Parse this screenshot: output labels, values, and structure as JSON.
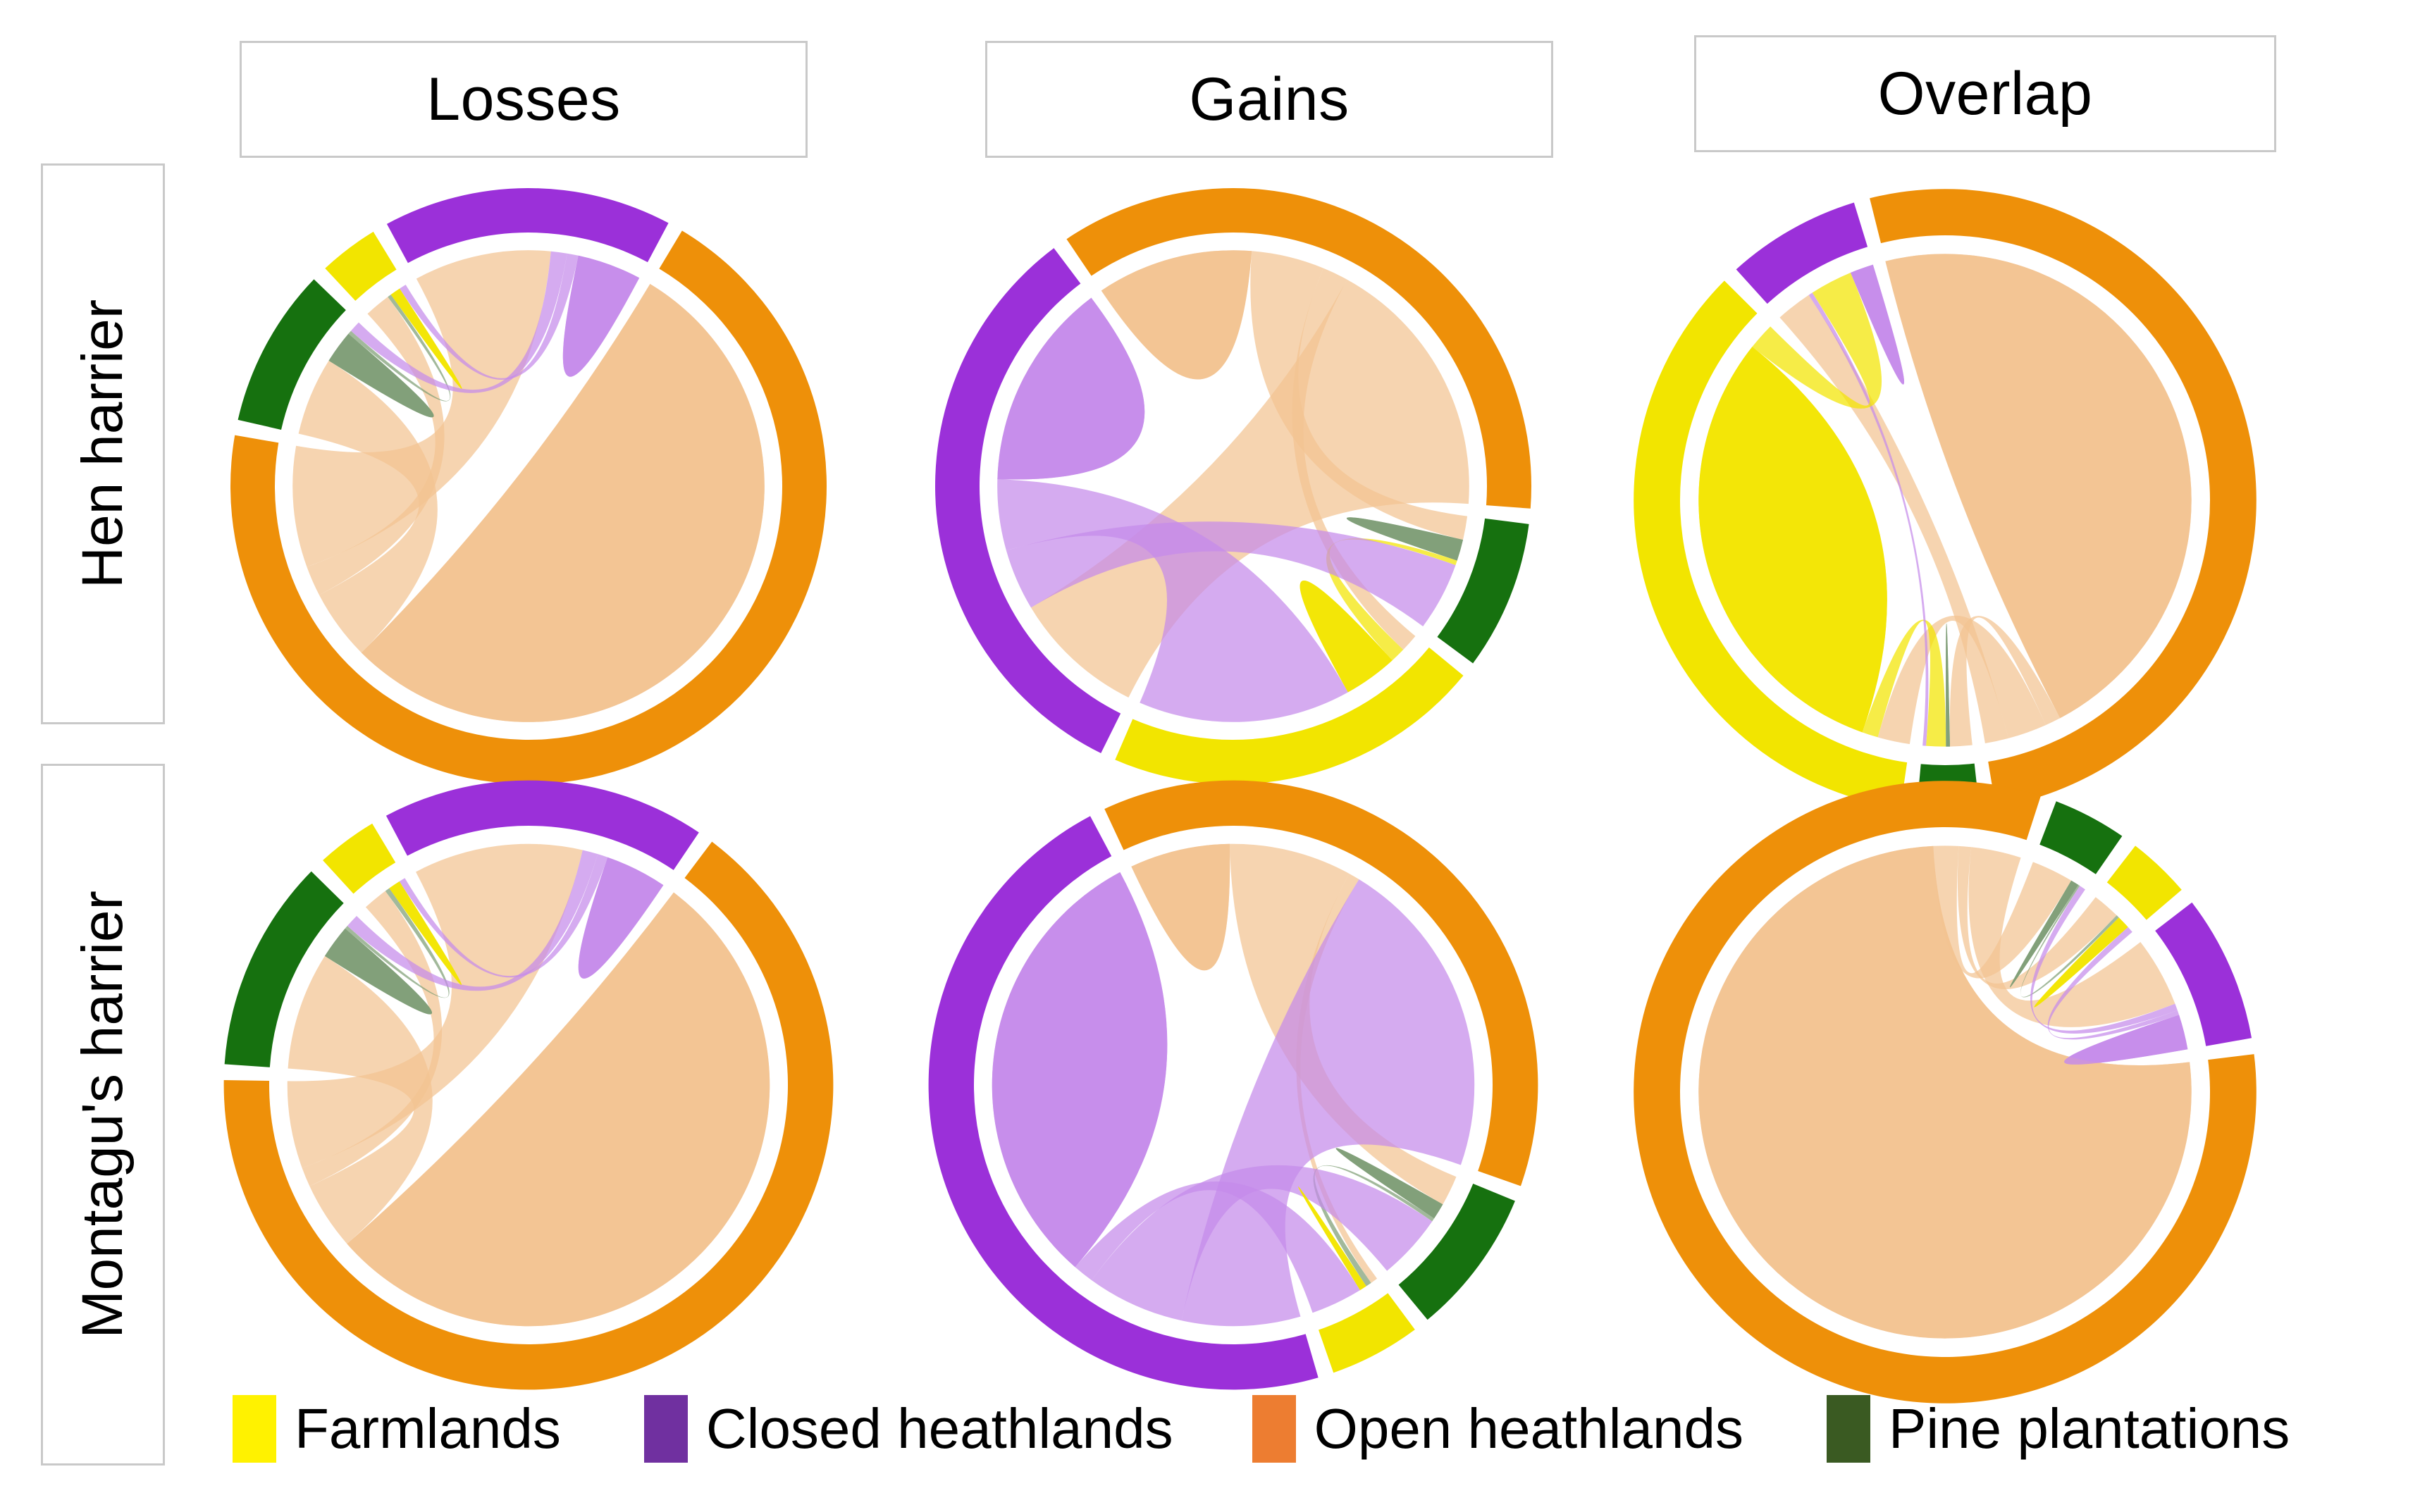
{
  "figure": {
    "background": "#ffffff",
    "column_headers": [
      {
        "id": "losses",
        "label": "Losses"
      },
      {
        "id": "gains",
        "label": "Gains"
      },
      {
        "id": "overlap",
        "label": "Overlap"
      }
    ],
    "row_headers": [
      {
        "id": "hen",
        "label": "Hen harrier"
      },
      {
        "id": "montagus",
        "label": "Montagu's harrier"
      }
    ]
  },
  "legend": {
    "position": "bottom",
    "items": [
      {
        "label": "Farmlands",
        "color": "#FFF200",
        "key": "farmlands"
      },
      {
        "label": "Closed heathlands",
        "color": "#7030A0",
        "key": "closed_heathlands"
      },
      {
        "label": "Open heathlands",
        "color": "#ED7D31",
        "key": "open_heathlands"
      },
      {
        "label": "Pine plantations",
        "color": "#3A5A22",
        "key": "pine_plantations"
      }
    ]
  },
  "palette": {
    "farmlands": "#F2E500",
    "closed_heathlands": "#9B30D9",
    "open_heathlands": "#EE9009",
    "pine_plantations": "#16710F",
    "ribbon_farmlands": "#F2E500",
    "ribbon_closed_heathlands": "#C58BEA",
    "ribbon_open_heathlands": "#F3C391",
    "ribbon_pine_plantations": "#7E9E75"
  },
  "chart_data": [
    {
      "id": "hen-losses",
      "type": "chord",
      "title": "Hen harrier — Losses",
      "row": "Hen harrier",
      "column": "Losses",
      "categories": [
        "Open heathlands",
        "Pine plantations",
        "Farmlands",
        "Closed heathlands"
      ],
      "category_keys": [
        "open_heathlands",
        "pine_plantations",
        "farmlands",
        "closed_heathlands"
      ],
      "arc_degrees": [
        256,
        32,
        12,
        58
      ],
      "start_angle_deg": -59,
      "matrix": [
        [
          0.78,
          0.07,
          0.03,
          0.12
        ],
        [
          0.62,
          0.26,
          0.03,
          0.09
        ],
        [
          0.55,
          0.08,
          0.22,
          0.15
        ],
        [
          0.6,
          0.07,
          0.05,
          0.28
        ]
      ]
    },
    {
      "id": "hen-gains",
      "type": "chord",
      "title": "Hen harrier — Gains",
      "row": "Hen harrier",
      "column": "Gains",
      "categories": [
        "Open heathlands",
        "Pine plantations",
        "Farmlands",
        "Closed heathlands"
      ],
      "category_keys": [
        "open_heathlands",
        "pine_plantations",
        "farmlands",
        "closed_heathlands"
      ],
      "arc_degrees": [
        132,
        30,
        76,
        120
      ],
      "start_angle_deg": -124,
      "matrix": [
        [
          0.3,
          0.14,
          0.05,
          0.51
        ],
        [
          0.2,
          0.18,
          0.04,
          0.58
        ],
        [
          0.06,
          0.05,
          0.18,
          0.71
        ],
        [
          0.28,
          0.13,
          0.15,
          0.44
        ]
      ]
    },
    {
      "id": "hen-overlap",
      "type": "chord",
      "title": "Hen harrier — Overlap",
      "row": "Hen harrier",
      "column": "Overlap",
      "categories": [
        "Open heathlands",
        "Pine plantations",
        "Farmlands",
        "Closed heathlands"
      ],
      "category_keys": [
        "open_heathlands",
        "pine_plantations",
        "farmlands",
        "closed_heathlands"
      ],
      "arc_degrees": [
        191,
        12,
        131,
        26
      ],
      "start_angle_deg": -104,
      "matrix": [
        [
          0.9,
          0.02,
          0.05,
          0.03
        ],
        [
          0.45,
          0.08,
          0.4,
          0.07
        ],
        [
          0.06,
          0.03,
          0.86,
          0.05
        ],
        [
          0.34,
          0.04,
          0.4,
          0.22
        ]
      ]
    },
    {
      "id": "mont-losses",
      "type": "chord",
      "title": "Montagu's harrier — Losses",
      "row": "Montagu's harrier",
      "column": "Losses",
      "categories": [
        "Open heathlands",
        "Pine plantations",
        "Farmlands",
        "Closed heathlands"
      ],
      "category_keys": [
        "open_heathlands",
        "pine_plantations",
        "farmlands",
        "closed_heathlands"
      ],
      "arc_degrees": [
        242,
        42,
        12,
        64
      ],
      "start_angle_deg": -53,
      "matrix": [
        [
          0.82,
          0.07,
          0.02,
          0.09
        ],
        [
          0.7,
          0.2,
          0.02,
          0.08
        ],
        [
          0.52,
          0.1,
          0.25,
          0.13
        ],
        [
          0.66,
          0.06,
          0.04,
          0.24
        ]
      ]
    },
    {
      "id": "mont-gains",
      "type": "chord",
      "title": "Montagu's harrier — Gains",
      "row": "Montagu's harrier",
      "column": "Gains",
      "categories": [
        "Open heathlands",
        "Pine plantations",
        "Farmlands",
        "Closed heathlands"
      ],
      "category_keys": [
        "open_heathlands",
        "pine_plantations",
        "farmlands",
        "closed_heathlands"
      ],
      "arc_degrees": [
        139,
        29,
        18,
        174
      ],
      "start_angle_deg": -115,
      "matrix": [
        [
          0.18,
          0.22,
          0.02,
          0.58
        ],
        [
          0.26,
          0.14,
          0.03,
          0.57
        ],
        [
          0.1,
          0.08,
          0.1,
          0.72
        ],
        [
          0.17,
          0.14,
          0.03,
          0.66
        ]
      ]
    },
    {
      "id": "mont-overlap",
      "type": "chord",
      "title": "Montagu's harrier — Overlap",
      "row": "Montagu's harrier",
      "column": "Overlap",
      "categories": [
        "Open heathlands",
        "Pine plantations",
        "Farmlands",
        "Closed heathlands"
      ],
      "category_keys": [
        "open_heathlands",
        "pine_plantations",
        "farmlands",
        "closed_heathlands"
      ],
      "arc_degrees": [
        300,
        14,
        12,
        28
      ],
      "start_angle_deg": -7,
      "matrix": [
        [
          0.93,
          0.02,
          0.01,
          0.04
        ],
        [
          0.72,
          0.14,
          0.03,
          0.11
        ],
        [
          0.55,
          0.06,
          0.26,
          0.13
        ],
        [
          0.6,
          0.06,
          0.04,
          0.3
        ]
      ]
    }
  ]
}
